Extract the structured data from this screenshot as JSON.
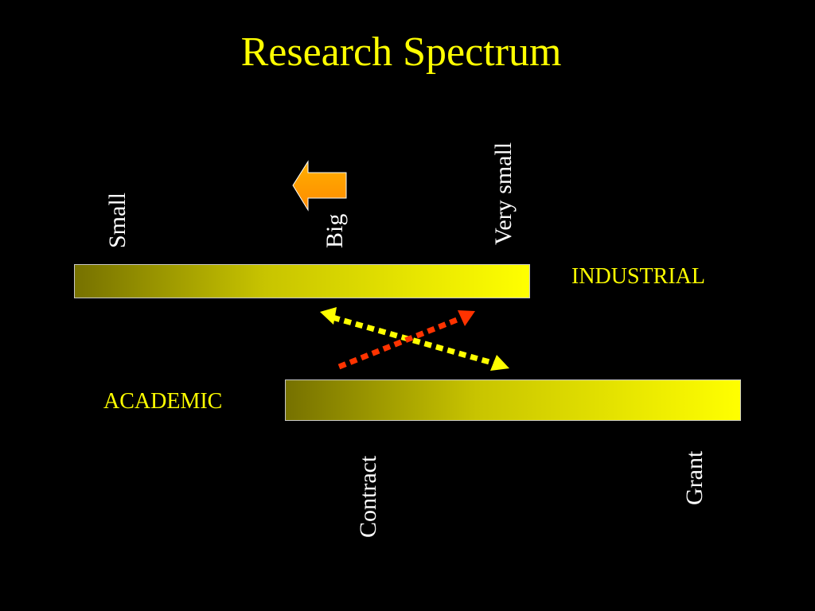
{
  "title": "Research Spectrum",
  "industrial": {
    "label": "INDUSTRIAL",
    "scale_labels": {
      "small": "Small",
      "big": "Big",
      "very_small": "Very small"
    }
  },
  "academic": {
    "label": "ACADEMIC",
    "scale_labels": {
      "contract": "Contract",
      "grant": "Grant"
    }
  },
  "colors": {
    "background": "#000000",
    "title": "#ffff00",
    "bar_dark": "#767100",
    "bar_bright": "#ffff00",
    "industrial_label": "#ffff00",
    "academic_label": "#ffff00",
    "scale_text": "#ffffff",
    "yellow_arrow": "#ffff00",
    "red_arrow": "#ff3300",
    "block_arrow": "#ff9900"
  },
  "icons": {
    "block_arrow": "left-block-arrow-icon",
    "yellow_arrow": "double-headed-dotted-arrow",
    "red_arrow": "dotted-arrow"
  }
}
